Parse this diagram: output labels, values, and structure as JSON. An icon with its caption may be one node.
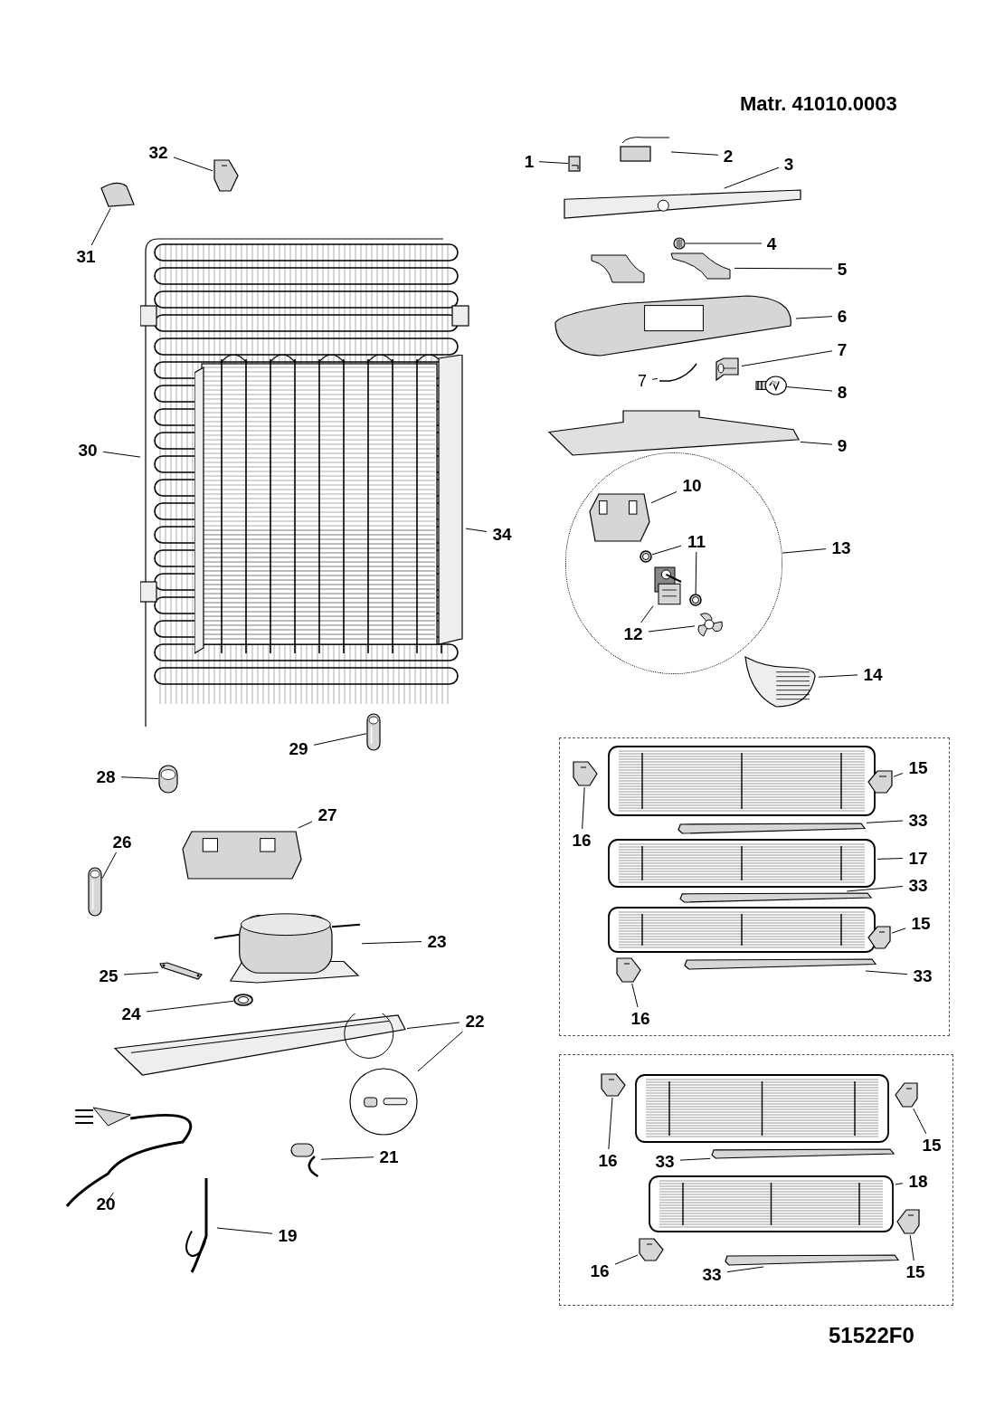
{
  "diagram": {
    "nodes": [
      {
        "text": [
          "32"
        ]
      },
      {
        "text": [],
        "shape": "picture"
      },
      {
        "text": [
          "31"
        ]
      },
      {
        "text": [],
        "shape": "picture"
      },
      {
        "text": [
          "30"
        ]
      },
      {
        "text": [],
        "shape": "picture"
      },
      {
        "text": [
          "34"
        ]
      },
      {
        "text": [],
        "shape": "picture",
        "in": 5
      },
      {
        "text": [
          "29"
        ]
      },
      {
        "text": [],
        "shape": "picture"
      },
      {
        "text": [
          "28"
        ]
      },
      {
        "text": [],
        "shape": "picture"
      },
      {
        "text": [
          "27"
        ]
      },
      {
        "text": [],
        "shape": "picture"
      },
      {
        "text": [
          "26"
        ]
      },
      {
        "text": [],
        "shape": "picture"
      },
      {
        "text": [
          "23"
        ]
      },
      {
        "text": [],
        "shape": "picture"
      },
      {
        "text": [
          "25"
        ]
      },
      {
        "text": [],
        "shape": "picture"
      },
      {
        "text": [
          "24"
        ]
      },
      {
        "text": [],
        "shape": "picture"
      },
      {
        "text": [
          "22"
        ]
      },
      {
        "text": [],
        "shape": "picture"
      },
      {
        "text": [],
        "shape": "circle"
      },
      {
        "text": [
          "21"
        ]
      },
      {
        "text": [],
        "shape": "picture"
      },
      {
        "text": [
          "20"
        ]
      },
      {
        "text": [],
        "shape": "picture"
      },
      {
        "text": [
          "19"
        ]
      },
      {
        "text": [],
        "shape": "picture"
      },
      {
        "text": [
          "1"
        ]
      },
      {
        "text": [],
        "shape": "picture"
      },
      {
        "text": [
          "2"
        ]
      },
      {
        "text": [],
        "shape": "picture"
      },
      {
        "text": [
          "3"
        ]
      },
      {
        "text": [],
        "shape": "picture"
      },
      {
        "text": [
          "4"
        ]
      },
      {
        "text": [],
        "shape": "picture"
      },
      {
        "text": [
          "5"
        ]
      },
      {
        "text": [],
        "shape": "picture"
      },
      {
        "text": [
          "6"
        ]
      },
      {
        "text": [],
        "shape": "picture"
      },
      {
        "text": [
          "7"
        ]
      },
      {
        "text": [],
        "shape": "picture"
      },
      {
        "text": [
          "7"
        ]
      },
      {
        "text": [],
        "shape": "picture"
      },
      {
        "text": [
          "8"
        ]
      },
      {
        "text": [],
        "shape": "picture"
      },
      {
        "text": [
          "9"
        ]
      },
      {
        "text": [],
        "shape": "picture"
      },
      {
        "text": [
          "13"
        ]
      },
      {
        "text": [],
        "shape": "circle"
      },
      {
        "text": [
          "10"
        ],
        "in": 52
      },
      {
        "text": [],
        "shape": "picture",
        "in": 52
      },
      {
        "text": [
          "11"
        ],
        "in": 52
      },
      {
        "text": [],
        "shape": "picture",
        "in": 52
      },
      {
        "text": [],
        "shape": "picture",
        "in": 52
      },
      {
        "text": [
          "12"
        ],
        "in": 52
      },
      {
        "text": [],
        "shape": "picture",
        "in": 52
      },
      {
        "text": [],
        "shape": "picture",
        "in": 52
      },
      {
        "text": [
          "14"
        ]
      },
      {
        "text": [],
        "shape": "picture"
      },
      {
        "text": [
          "15"
        ]
      },
      {
        "text": [],
        "shape": "picture"
      },
      {
        "text": [
          "16"
        ]
      },
      {
        "text": [],
        "shape": "picture"
      },
      {
        "text": [
          "33"
        ]
      },
      {
        "text": [],
        "shape": "picture"
      },
      {
        "text": [
          "17"
        ]
      },
      {
        "text": [],
        "shape": "picture"
      },
      {
        "text": [
          "33"
        ]
      },
      {
        "text": [],
        "shape": "picture"
      },
      {
        "text": [
          "15"
        ]
      },
      {
        "text": [],
        "shape": "picture"
      },
      {
        "text": [
          "33"
        ]
      },
      {
        "text": [],
        "shape": "picture"
      },
      {
        "text": [
          "16"
        ]
      },
      {
        "text": [],
        "shape": "picture"
      },
      {
        "text": [
          "16"
        ]
      },
      {
        "text": [],
        "shape": "picture"
      },
      {
        "text": [
          "15"
        ]
      },
      {
        "text": [],
        "shape": "picture"
      },
      {
        "text": [
          "33"
        ]
      },
      {
        "text": [],
        "shape": "picture"
      },
      {
        "text": [
          "18"
        ]
      },
      {
        "text": [],
        "shape": "picture"
      },
      {
        "text": [
          "16"
        ]
      },
      {
        "text": [],
        "shape": "picture"
      },
      {
        "text": [
          "33"
        ]
      },
      {
        "text": [],
        "shape": "picture"
      },
      {
        "text": [
          "15"
        ]
      },
      {
        "text": [],
        "shape": "picture"
      }
    ],
    "edges": [
      {
        "from": 0,
        "to": 1,
        "arrow": "none"
      },
      {
        "from": 2,
        "to": 3,
        "arrow": "none"
      },
      {
        "from": 4,
        "to": 5,
        "arrow": "none"
      },
      {
        "from": 6,
        "to": 7,
        "arrow": "none"
      },
      {
        "from": 8,
        "to": 9,
        "arrow": "none"
      },
      {
        "from": 10,
        "to": 11,
        "arrow": "none"
      },
      {
        "from": 12,
        "to": 13,
        "arrow": "none"
      },
      {
        "from": 14,
        "to": 15,
        "arrow": "none"
      },
      {
        "from": 16,
        "to": 17,
        "arrow": "none"
      },
      {
        "from": 18,
        "to": 19,
        "arrow": "none"
      },
      {
        "from": 20,
        "to": 21,
        "arrow": "none"
      },
      {
        "from": 22,
        "to": 23,
        "arrow": "none"
      },
      {
        "from": 22,
        "to": 24,
        "arrow": "none"
      },
      {
        "from": 25,
        "to": 26,
        "arrow": "none"
      },
      {
        "from": 27,
        "to": 28,
        "arrow": "none"
      },
      {
        "from": 29,
        "to": 30,
        "arrow": "none"
      },
      {
        "from": 31,
        "to": 32,
        "arrow": "none"
      },
      {
        "from": 33,
        "to": 34,
        "arrow": "none"
      },
      {
        "from": 35,
        "to": 36,
        "arrow": "none"
      },
      {
        "from": 37,
        "to": 38,
        "arrow": "none"
      },
      {
        "from": 39,
        "to": 40,
        "arrow": "none"
      },
      {
        "from": 41,
        "to": 42,
        "arrow": "none"
      },
      {
        "from": 43,
        "to": 44,
        "arrow": "none"
      },
      {
        "from": 45,
        "to": 46,
        "arrow": "none"
      },
      {
        "from": 47,
        "to": 48,
        "arrow": "none"
      },
      {
        "from": 49,
        "to": 50,
        "arrow": "none"
      },
      {
        "from": 51,
        "to": 52,
        "arrow": "none"
      },
      {
        "from": 53,
        "to": 54,
        "arrow": "none"
      },
      {
        "from": 55,
        "to": 56,
        "arrow": "none"
      },
      {
        "from": 55,
        "to": 57,
        "arrow": "none"
      },
      {
        "from": 58,
        "to": 59,
        "arrow": "none"
      },
      {
        "from": 58,
        "to": 60,
        "arrow": "none"
      },
      {
        "from": 61,
        "to": 62,
        "arrow": "none"
      },
      {
        "from": 63,
        "to": 64,
        "arrow": "none"
      },
      {
        "from": 65,
        "to": 66,
        "arrow": "none"
      },
      {
        "from": 67,
        "to": 68,
        "arrow": "none"
      },
      {
        "from": 69,
        "to": 70,
        "arrow": "none"
      },
      {
        "from": 71,
        "to": 72,
        "arrow": "none"
      },
      {
        "from": 73,
        "to": 74,
        "arrow": "none"
      },
      {
        "from": 75,
        "to": 76,
        "arrow": "none"
      },
      {
        "from": 77,
        "to": 78,
        "arrow": "none"
      },
      {
        "from": 79,
        "to": 80,
        "arrow": "none"
      },
      {
        "from": 81,
        "to": 82,
        "arrow": "none"
      },
      {
        "from": 83,
        "to": 84,
        "arrow": "none"
      },
      {
        "from": 85,
        "to": 86,
        "arrow": "none"
      },
      {
        "from": 87,
        "to": 88,
        "arrow": "none"
      },
      {
        "from": 89,
        "to": 90,
        "arrow": "none"
      },
      {
        "from": 91,
        "to": 92,
        "arrow": "none"
      }
    ],
    "labels": [
      "Matr. 41010.0003",
      "51522F0"
    ]
  }
}
